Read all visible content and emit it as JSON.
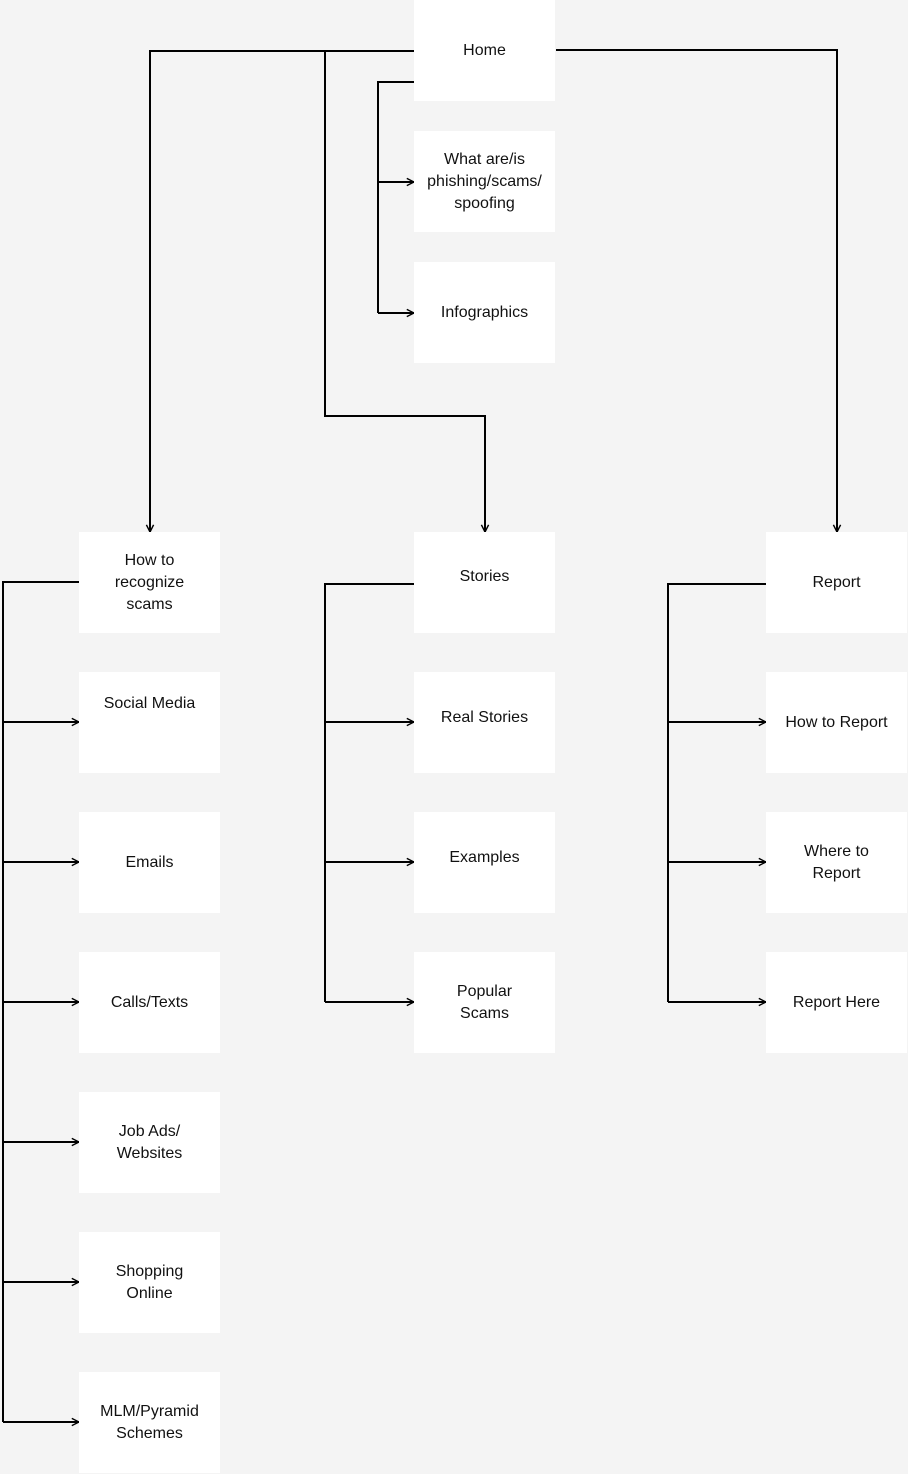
{
  "diagram": {
    "type": "sitemap",
    "line_color": "#000000",
    "node_fill": "#ffffff",
    "background": "#f4f4f4",
    "nodes": {
      "home": "Home",
      "what_is": "What are/is\nphishing/scams/\nspoofing",
      "infographics": "Infographics",
      "recognize": "How to\nrecognize\nscams",
      "social_media": "Social Media",
      "emails": "Emails",
      "calls_texts": "Calls/Texts",
      "job_ads": "Job Ads/\nWebsites",
      "shopping": "Shopping\nOnline",
      "mlm": "MLM/Pyramid\nSchemes",
      "stories": "Stories",
      "real_stories": "Real Stories",
      "examples": "Examples",
      "popular_scams": "Popular\nScams",
      "report": "Report",
      "how_to_report": "How to Report",
      "where_to_report": "Where to\nReport",
      "report_here": "Report Here"
    },
    "edges": [
      [
        "home",
        "what_is"
      ],
      [
        "home",
        "infographics"
      ],
      [
        "home",
        "recognize"
      ],
      [
        "home",
        "stories"
      ],
      [
        "home",
        "report"
      ],
      [
        "recognize",
        "social_media"
      ],
      [
        "recognize",
        "emails"
      ],
      [
        "recognize",
        "calls_texts"
      ],
      [
        "recognize",
        "job_ads"
      ],
      [
        "recognize",
        "shopping"
      ],
      [
        "recognize",
        "mlm"
      ],
      [
        "stories",
        "real_stories"
      ],
      [
        "stories",
        "examples"
      ],
      [
        "stories",
        "popular_scams"
      ],
      [
        "report",
        "how_to_report"
      ],
      [
        "report",
        "where_to_report"
      ],
      [
        "report",
        "report_here"
      ]
    ]
  }
}
